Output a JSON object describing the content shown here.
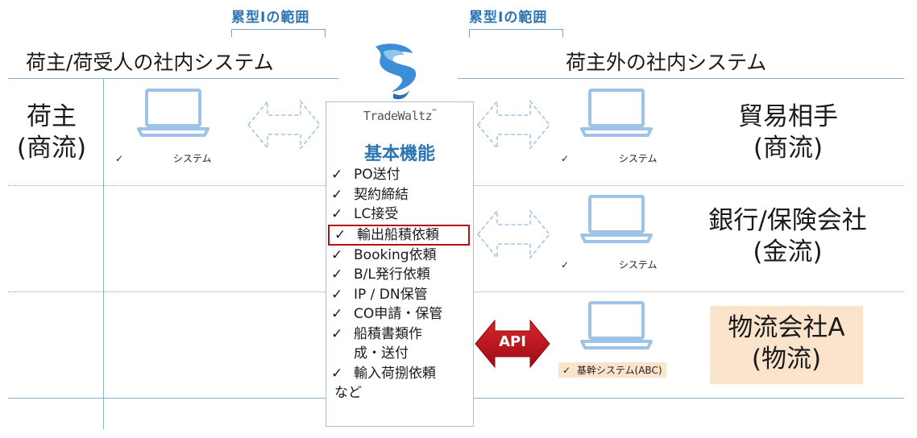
{
  "scope": {
    "left_label": "累型Ⅰの範囲",
    "right_label": "累型Ⅰの範囲"
  },
  "sections": {
    "left_title": "荷主/荷受人の社内システム",
    "right_title": "荷主外の社内システム"
  },
  "platform": {
    "logo_text": "TradeWaltz",
    "logo_mark": "™",
    "features_title": "基本機能",
    "features": [
      {
        "label": "PO送付",
        "highlighted": false
      },
      {
        "label": "契約締結",
        "highlighted": false
      },
      {
        "label": "LC接受",
        "highlighted": false
      },
      {
        "label": "輸出船積依頼",
        "highlighted": true
      },
      {
        "label": "Booking依頼",
        "highlighted": false
      },
      {
        "label": "B/L発行依頼",
        "highlighted": false
      },
      {
        "label": "IP / DN保管",
        "highlighted": false
      },
      {
        "label": "CO申請・保管",
        "highlighted": false
      },
      {
        "label": "船積書類作",
        "highlighted": false
      },
      {
        "label": "成・送付",
        "highlighted": false,
        "continuation": true
      },
      {
        "label": "輸入荷捌依頼",
        "highlighted": false
      }
    ],
    "etc": "など"
  },
  "rows": {
    "shipper": {
      "role_line1": "荷主",
      "role_line2": "(商流)",
      "system": "システム"
    },
    "trade_partner": {
      "role_line1": "貿易相手",
      "role_line2": "(商流)",
      "system": "システム"
    },
    "bank": {
      "role_line1": "銀行/保険会社",
      "role_line2": "(金流)",
      "system": "システム"
    },
    "logistics": {
      "role_line1": "物流会社A",
      "role_line2": "(物流)",
      "system": "基幹システム(ABC)"
    }
  },
  "api": {
    "label": "API"
  },
  "check_mark": "✓",
  "colors": {
    "accent_blue": "#2e75b6",
    "line_blue": "#8eaecc",
    "laptop_blue": "#9dc3e6",
    "highlight_red": "#b3101c",
    "api_red": "#c00000",
    "logistics_bg": "#fbe3cc"
  },
  "icons": [
    "laptop-icon",
    "double-arrow-icon",
    "api-arrow-icon",
    "tradewaltz-logo-icon",
    "check-icon"
  ]
}
